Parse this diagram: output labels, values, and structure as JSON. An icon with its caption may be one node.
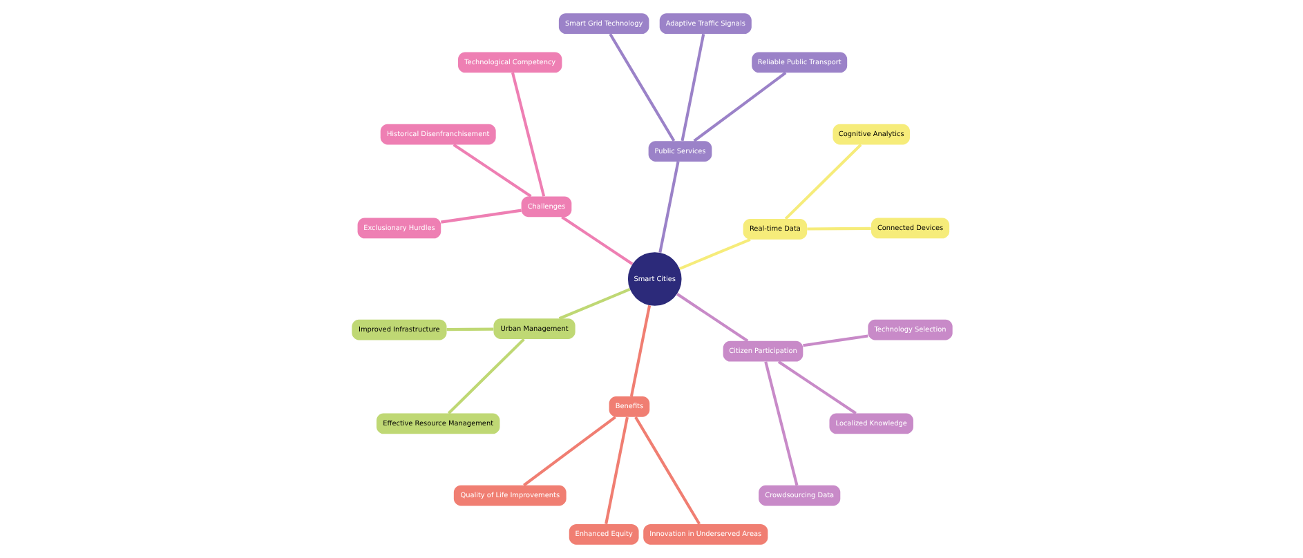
{
  "diagram": {
    "nodes": [
      {
        "text": [
          "Smart Cities"
        ]
      },
      {
        "text": [
          "Real-time Data"
        ]
      },
      {
        "text": [
          "Connected Devices"
        ]
      },
      {
        "text": [
          "Cognitive Analytics"
        ]
      },
      {
        "text": [
          "Public Services"
        ]
      },
      {
        "text": [
          "Reliable Public Transport"
        ]
      },
      {
        "text": [
          "Adaptive Traffic Signals"
        ]
      },
      {
        "text": [
          "Smart Grid Technology"
        ]
      },
      {
        "text": [
          "Challenges"
        ]
      },
      {
        "text": [
          "Technological Competency"
        ]
      },
      {
        "text": [
          "Historical Disenfranchisement"
        ]
      },
      {
        "text": [
          "Exclusionary Hurdles"
        ]
      },
      {
        "text": [
          "Urban Management"
        ]
      },
      {
        "text": [
          "Improved Infrastructure"
        ]
      },
      {
        "text": [
          "Effective Resource Management"
        ]
      },
      {
        "text": [
          "Benefits"
        ]
      },
      {
        "text": [
          "Quality of Life Improvements"
        ]
      },
      {
        "text": [
          "Enhanced Equity"
        ]
      },
      {
        "text": [
          "Innovation in Underserved Areas"
        ]
      },
      {
        "text": [
          "Citizen Participation"
        ]
      },
      {
        "text": [
          "Crowdsourcing Data"
        ]
      },
      {
        "text": [
          "Localized Knowledge"
        ]
      },
      {
        "text": [
          "Technology Selection"
        ]
      }
    ],
    "edges": [
      {
        "from": 0,
        "to": 1,
        "arrow": "none",
        "color": "#f6ec7a"
      },
      {
        "from": 1,
        "to": 2,
        "arrow": "none",
        "color": "#f6ec7a"
      },
      {
        "from": 1,
        "to": 3,
        "arrow": "none",
        "color": "#f6ec7a"
      },
      {
        "from": 0,
        "to": 4,
        "arrow": "none",
        "color": "#9b82c8"
      },
      {
        "from": 4,
        "to": 5,
        "arrow": "none",
        "color": "#9b82c8"
      },
      {
        "from": 4,
        "to": 6,
        "arrow": "none",
        "color": "#9b82c8"
      },
      {
        "from": 4,
        "to": 7,
        "arrow": "none",
        "color": "#9b82c8"
      },
      {
        "from": 0,
        "to": 8,
        "arrow": "none",
        "color": "#ee7fb3"
      },
      {
        "from": 8,
        "to": 9,
        "arrow": "none",
        "color": "#ee7fb3"
      },
      {
        "from": 8,
        "to": 10,
        "arrow": "none",
        "color": "#ee7fb3"
      },
      {
        "from": 8,
        "to": 11,
        "arrow": "none",
        "color": "#ee7fb3"
      },
      {
        "from": 0,
        "to": 12,
        "arrow": "none",
        "color": "#bfd874"
      },
      {
        "from": 12,
        "to": 13,
        "arrow": "none",
        "color": "#bfd874"
      },
      {
        "from": 12,
        "to": 14,
        "arrow": "none",
        "color": "#bfd874"
      },
      {
        "from": 0,
        "to": 15,
        "arrow": "none",
        "color": "#f07e72"
      },
      {
        "from": 15,
        "to": 16,
        "arrow": "none",
        "color": "#f07e72"
      },
      {
        "from": 15,
        "to": 17,
        "arrow": "none",
        "color": "#f07e72"
      },
      {
        "from": 15,
        "to": 18,
        "arrow": "none",
        "color": "#f07e72"
      },
      {
        "from": 0,
        "to": 19,
        "arrow": "none",
        "color": "#c88ac8"
      },
      {
        "from": 19,
        "to": 20,
        "arrow": "none",
        "color": "#c88ac8"
      },
      {
        "from": 19,
        "to": 21,
        "arrow": "none",
        "color": "#c88ac8"
      },
      {
        "from": 19,
        "to": 22,
        "arrow": "none",
        "color": "#c88ac8"
      }
    ]
  }
}
